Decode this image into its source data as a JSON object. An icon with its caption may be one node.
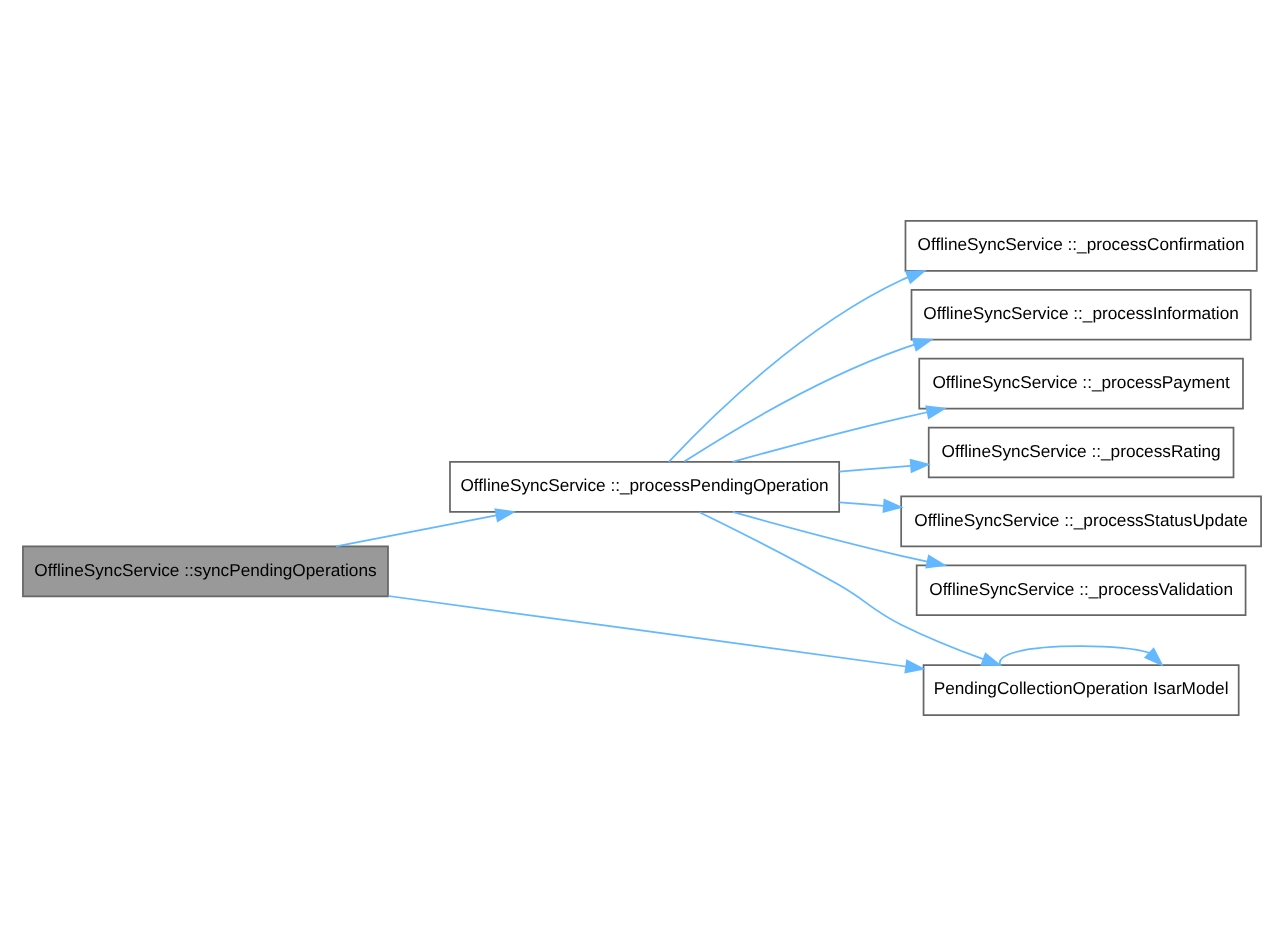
{
  "diagram": {
    "nodes": [
      {
        "text": [
          "OfflineSyncService ::syncPendingOperations"
        ]
      },
      {
        "text": [
          "OfflineSyncService ::_processPendingOperation"
        ]
      },
      {
        "text": [
          "OfflineSyncService ::_processConfirmation"
        ]
      },
      {
        "text": [
          "OfflineSyncService ::_processInformation"
        ]
      },
      {
        "text": [
          "OfflineSyncService ::_processPayment"
        ]
      },
      {
        "text": [
          "OfflineSyncService ::_processRating"
        ]
      },
      {
        "text": [
          "OfflineSyncService ::_processStatusUpdate"
        ]
      },
      {
        "text": [
          "OfflineSyncService ::_processValidation"
        ]
      },
      {
        "text": [
          "PendingCollectionOperation IsarModel"
        ]
      }
    ],
    "edges": [
      {
        "from": 0,
        "to": 1,
        "arrow": "to"
      },
      {
        "from": 0,
        "to": 8,
        "arrow": "to"
      },
      {
        "from": 1,
        "to": 2,
        "arrow": "to"
      },
      {
        "from": 1,
        "to": 3,
        "arrow": "to"
      },
      {
        "from": 1,
        "to": 4,
        "arrow": "to"
      },
      {
        "from": 1,
        "to": 5,
        "arrow": "to"
      },
      {
        "from": 1,
        "to": 6,
        "arrow": "to"
      },
      {
        "from": 1,
        "to": 7,
        "arrow": "to"
      },
      {
        "from": 1,
        "to": 8,
        "arrow": "to"
      },
      {
        "from": 8,
        "to": 8,
        "arrow": "to"
      }
    ]
  }
}
